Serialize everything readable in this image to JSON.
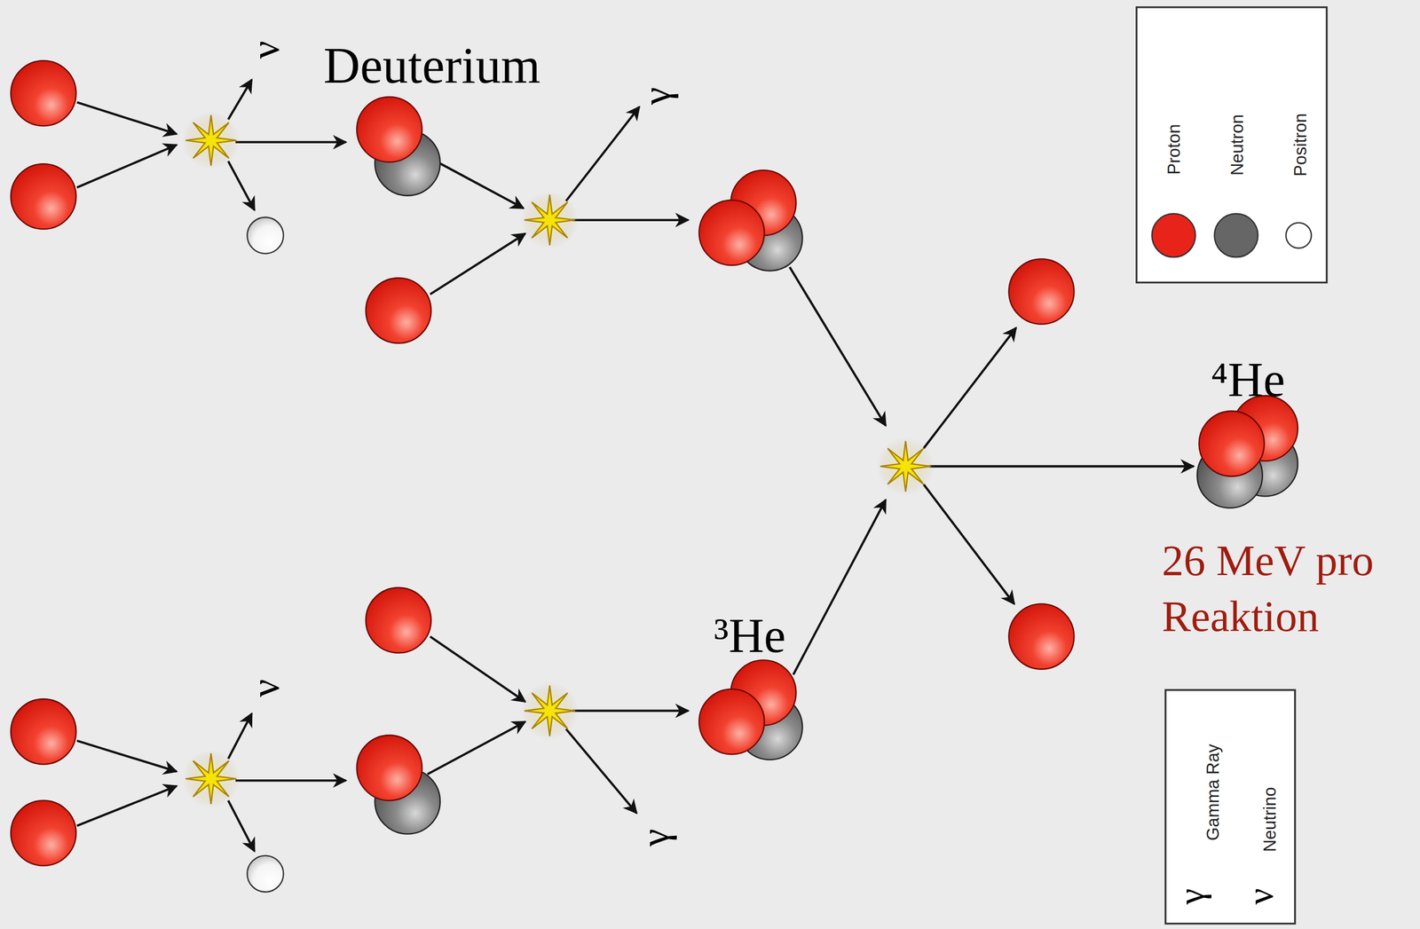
{
  "diagram": {
    "labels": [
      "ν",
      "Deuterium",
      "γ",
      "γ",
      "ν",
      "³He",
      "⁴He",
      "26 MeV pro Reaktion",
      "γ",
      "ν"
    ],
    "legend": [
      {
        "text": "Proton",
        "color": "#e8231a"
      },
      {
        "text": "Neutron",
        "color": "#666666"
      },
      {
        "text": "Positron",
        "color": "#ffffff"
      },
      {
        "text": "Gamma Ray"
      },
      {
        "text": "Neutrino"
      }
    ]
  }
}
